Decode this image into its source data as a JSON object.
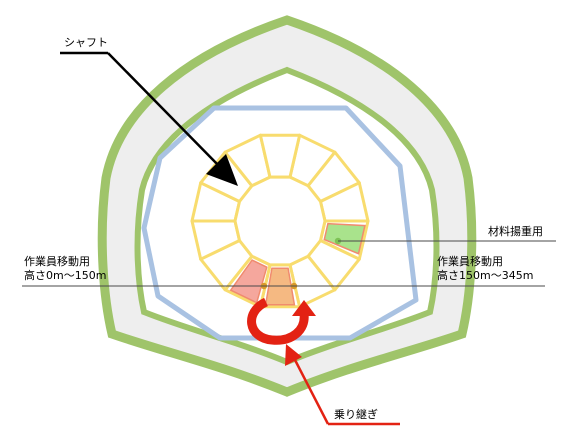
{
  "labels": {
    "shaft": "シャフト",
    "material_hoist": "材料揚重用",
    "worker_low_line1": "作業員移動用",
    "worker_low_line2": "高さ0m～150m",
    "worker_high_line1": "作業員移動用",
    "worker_high_line2": "高さ150m～345m",
    "transfer": "乗り継ぎ"
  },
  "colors": {
    "outer_band_fill": "#eeeeee",
    "outer_band_stroke": "#9fc46a",
    "core_stroke": "#a9c2e2",
    "shaft_ring": "#f8dc6e",
    "material_cell": "#a9e38c",
    "elevator_low": "#f5a79d",
    "elevator_high": "#f5b982",
    "transfer_arrow": "#e32213",
    "pointer_arrow": "#000000"
  }
}
